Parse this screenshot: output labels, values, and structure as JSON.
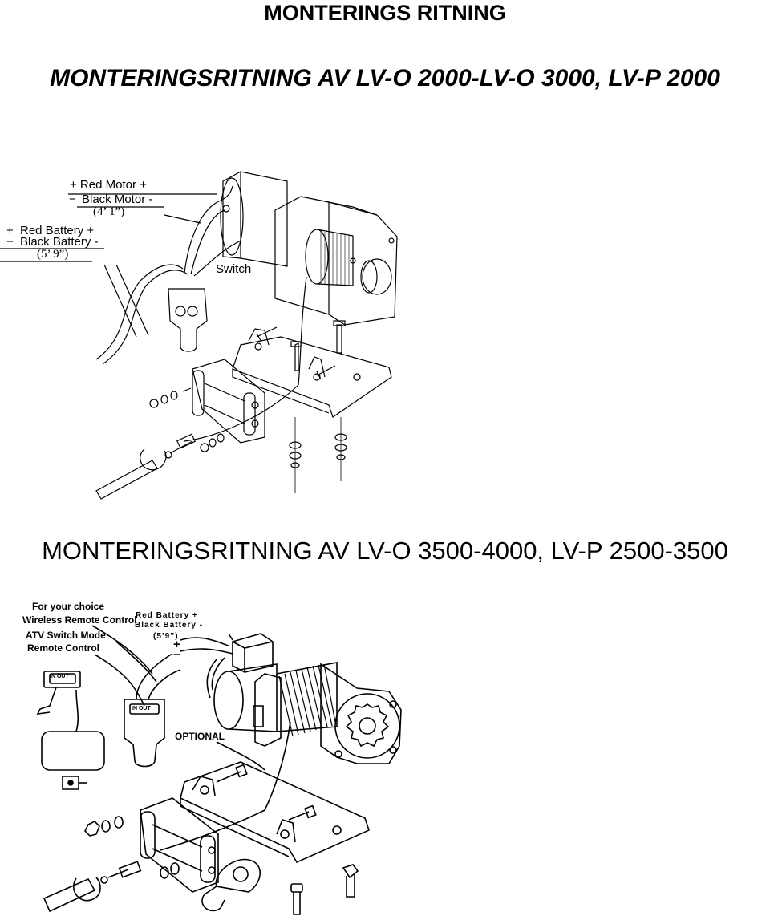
{
  "page": {
    "title": "MONTERINGS RITNING",
    "subtitle_1": "MONTERINGSRITNING AV LV-O 2000-LV-O 3000, LV-P 2000",
    "subtitle_2": "MONTERINGSRITNING AV LV-O 3500-4000, LV-P 2500-3500"
  },
  "diagram_1": {
    "red_motor": "+ Red Motor +",
    "black_motor": "Black Motor -",
    "motor_length": "(4’ 1”)",
    "red_battery": "Red Battery +",
    "black_battery": "Black Battery -",
    "battery_length": "(5’ 9”)",
    "switch": "Switch",
    "plus_sign": "+",
    "minus_sign": "−"
  },
  "diagram_2": {
    "for_your_choice": "For your choice",
    "wireless": "Wireless Remote Control",
    "atv_mode": "ATV Switch Mode",
    "remote_control": "Remote Control",
    "red_battery": "Red Battery +",
    "black_battery": "Black Battery -",
    "battery_length": "(5’9”)",
    "plus": "+",
    "minus": "−",
    "optional": "OPTIONAL",
    "in_out": "IN OUT"
  }
}
